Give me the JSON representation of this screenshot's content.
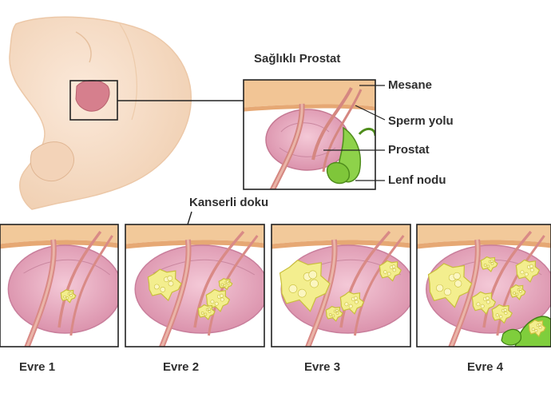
{
  "title": "Sağlıklı Prostat",
  "labels": {
    "mesane": "Mesane",
    "sperm_yolu": "Sperm yolu",
    "prostat": "Prostat",
    "lenf_nodu": "Lenf nodu",
    "kanserli_doku": "Kanserli doku"
  },
  "stages": [
    {
      "label": "Evre 1"
    },
    {
      "label": "Evre 2"
    },
    {
      "label": "Evre 3"
    },
    {
      "label": "Evre 4"
    }
  ],
  "colors": {
    "skin": "#f6dcc4",
    "skin_shadow": "#e7bd9a",
    "bladder": "#f2c99a",
    "prostate": "#e9a9c0",
    "prostate_dark": "#c97f9c",
    "duct": "#d98a86",
    "tumor": "#f3ee8e",
    "tumor_edge": "#c9bf3c",
    "lymph": "#7fce3c",
    "frame": "#222222"
  }
}
